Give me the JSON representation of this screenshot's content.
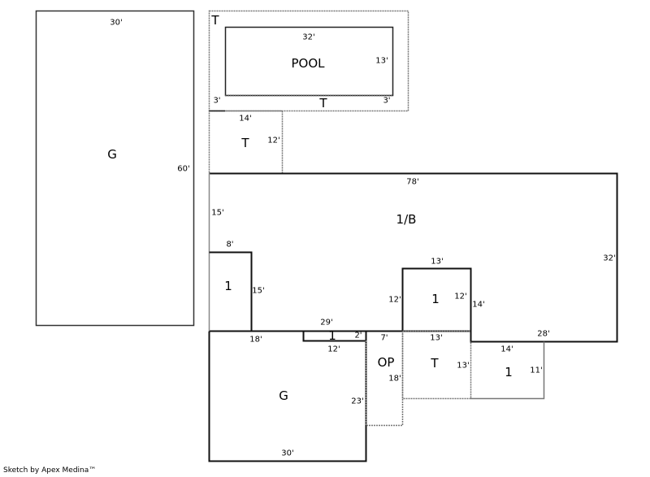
{
  "areas": {
    "detached_garage": {
      "label": "G",
      "top": "30'",
      "side": "60'"
    },
    "pool_terrace": {
      "label": "T",
      "left_width": "3'",
      "right_width": "3'",
      "bottom_label": "T"
    },
    "pool": {
      "label": "POOL",
      "top": "32'",
      "side": "13'"
    },
    "small_terrace": {
      "label": "T",
      "top": "14'",
      "side": "12'"
    },
    "main": {
      "label": "1/B",
      "top": "78'",
      "left": "15'",
      "right": "32'",
      "bottom_right": "28'",
      "bottom_mid": "29'"
    },
    "left_wing": {
      "label": "1",
      "top": "8'",
      "side": "15'"
    },
    "small_bump": {
      "label": "1",
      "side": "2'",
      "bottom": "12'"
    },
    "garage": {
      "label": "G",
      "top": "18'",
      "side": "23'",
      "bottom": "30'"
    },
    "open_porch": {
      "label": "OP",
      "top": "7'",
      "side": "18'"
    },
    "center_room": {
      "label": "1",
      "top": "13'",
      "left": "12'",
      "right": "12'",
      "outer_right": "14'"
    },
    "center_terrace": {
      "label": "T",
      "top": "13'",
      "side": "13'"
    },
    "right_room": {
      "label": "1",
      "top": "14'",
      "side": "11'"
    }
  },
  "footer": "Sketch by Apex Medina™"
}
